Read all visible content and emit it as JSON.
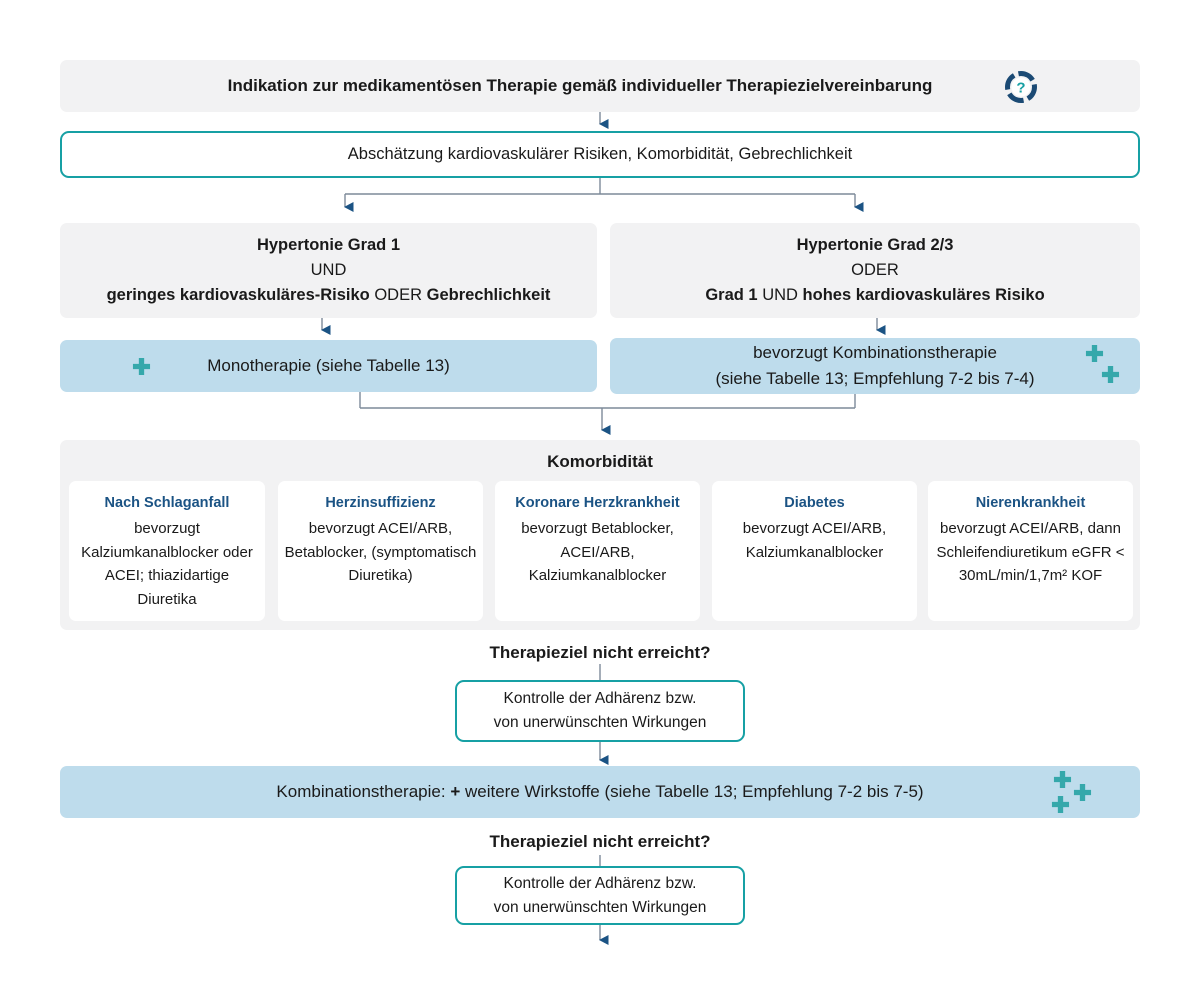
{
  "diagram": {
    "title_box": {
      "text": "Indikation zur medikamentösen Therapie gemäß individueller Therapiezielvereinbarung",
      "icon": "question-circle-icon"
    },
    "assessment_box": {
      "text": "Abschätzung kardiovaskulärer Risiken, Komorbidität, Gebrechlichkeit"
    },
    "branch_left": {
      "line1": "Hypertonie Grad 1",
      "line2": "UND",
      "line3_bold_a": "geringes kardiovaskuläres-Risiko",
      "line3_reg": " ODER ",
      "line3_bold_b": "Gebrechlichkeit"
    },
    "branch_right": {
      "line1": "Hypertonie Grad 2/3",
      "line2": "ODER",
      "line3_bold_a": "Grad 1",
      "line3_reg": " UND ",
      "line3_bold_b": "hohes kardiovaskuläres Risiko"
    },
    "therapy_left": {
      "text": "Monotherapie (siehe Tabelle 13)",
      "crosses": 1
    },
    "therapy_right": {
      "line1": "bevorzugt Kombinationstherapie",
      "line2": "(siehe Tabelle 13; Empfehlung 7-2 bis 7-4)",
      "crosses": 2
    },
    "comorbidity": {
      "heading": "Komorbidität",
      "cards": [
        {
          "title": "Nach Schlaganfall",
          "body": "bevorzugt Kalziumkanalblocker oder ACEI; thiazidartige Diuretika"
        },
        {
          "title": "Herzinsuffizienz",
          "body": "bevorzugt ACEI/ARB, Betablocker, (symptomatisch Diuretika)"
        },
        {
          "title": "Koronare Herzkrankheit",
          "body": "bevorzugt Betablocker, ACEI/ARB, Kalziumkanalblocker"
        },
        {
          "title": "Diabetes",
          "body": "bevorzugt ACEI/ARB, Kalziumkanalblocker"
        },
        {
          "title": "Nierenkrankheit",
          "body": "bevorzugt ACEI/ARB, dann Schleifendiuretikum eGFR < 30mL/min/1,7m² KOF"
        }
      ]
    },
    "goal_question_1": "Therapieziel nicht erreicht?",
    "adherence_box_1": {
      "line1": "Kontrolle der Adhärenz bzw.",
      "line2": "von unerwünschten Wirkungen"
    },
    "combination_box": {
      "prefix": "Kombinationstherapie: ",
      "plus": "+",
      "suffix": " weitere Wirkstoffe (siehe Tabelle 13; Empfehlung 7-2 bis 7-5)",
      "crosses": 3
    },
    "goal_question_2": "Therapieziel nicht erreicht?",
    "adherence_box_2": {
      "line1": "Kontrolle der Adhärenz bzw.",
      "line2": "von unerwünschten Wirkungen"
    },
    "colors": {
      "grey_box": "#f2f2f3",
      "blue_box": "#bedcec",
      "teal_border": "#17a0a4",
      "arrow_navy": "#1b5384",
      "connector_grey": "#7d8a99",
      "card_title_blue": "#1b5384",
      "cross_teal": "#35a8ab",
      "icon_navy": "#1b4a74"
    }
  }
}
